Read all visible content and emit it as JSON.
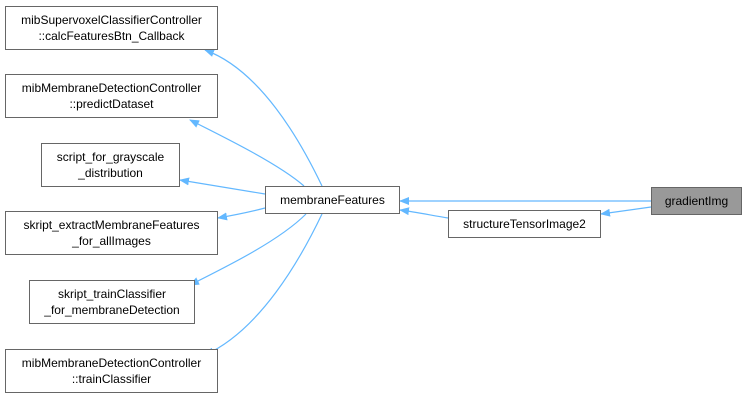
{
  "graph": {
    "edge_color": "#63b8ff",
    "nodes": {
      "calc_features": {
        "line1": "mibSupervoxelClassifierController",
        "line2": "::calcFeaturesBtn_Callback"
      },
      "predict_dataset": {
        "line1": "mibMembraneDetectionController",
        "line2": "::predictDataset"
      },
      "script_grayscale": {
        "line1": "script_for_grayscale",
        "line2": "_distribution"
      },
      "skript_extract": {
        "line1": "skript_extractMembraneFeatures",
        "line2": "_for_allImages"
      },
      "skript_train": {
        "line1": "skript_trainClassifier",
        "line2": "_for_membraneDetection"
      },
      "train_classifier": {
        "line1": "mibMembraneDetectionController",
        "line2": "::trainClassifier"
      },
      "membrane_features": {
        "label": "membraneFeatures"
      },
      "structure_tensor": {
        "label": "structureTensorImage2"
      },
      "gradient_img": {
        "label": "gradientImg"
      }
    }
  }
}
